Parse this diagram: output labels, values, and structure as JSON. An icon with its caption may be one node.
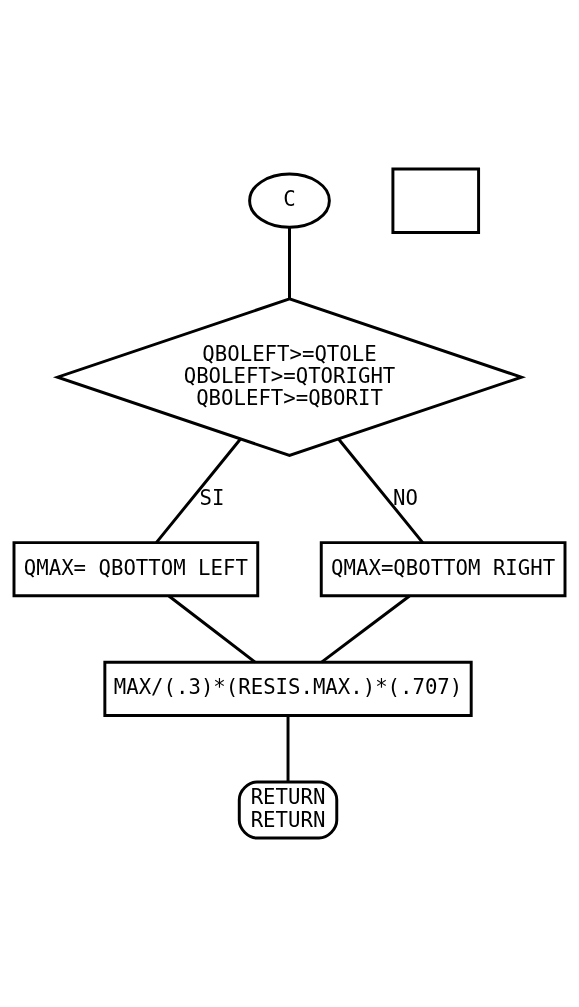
{
  "diagram": {
    "nodes": [
      {
        "text": [
          "C"
        ]
      },
      {
        "text": [
          "QBOLEFT>=QTOLE",
          "QBOLEFT>=QTORIGHT",
          "QBOLEFT>=QBORIT"
        ]
      },
      {
        "text": [],
        "shape": "box"
      },
      {
        "text": [
          "QMAX= QBOTTOM LEFT"
        ]
      },
      {
        "text": [
          "QMAX=QBOTTOM RIGHT"
        ]
      },
      {
        "text": [
          "MAX/(.3)*(RESIS.MAX.)*(.707)"
        ]
      },
      {
        "text": [
          "RETURN",
          "RETURN"
        ]
      }
    ],
    "edges": [
      {
        "from": 0,
        "to": 1,
        "arrow": "none"
      },
      {
        "from": 1,
        "to": 3,
        "label": "SI",
        "arrow": "none"
      },
      {
        "from": 1,
        "to": 4,
        "label": "NO",
        "arrow": "none"
      },
      {
        "from": 4,
        "to": 5,
        "arrow": "none"
      },
      {
        "from": 3,
        "to": 5,
        "arrow": "none"
      },
      {
        "from": 5,
        "to": 6,
        "arrow": "none"
      }
    ]
  }
}
